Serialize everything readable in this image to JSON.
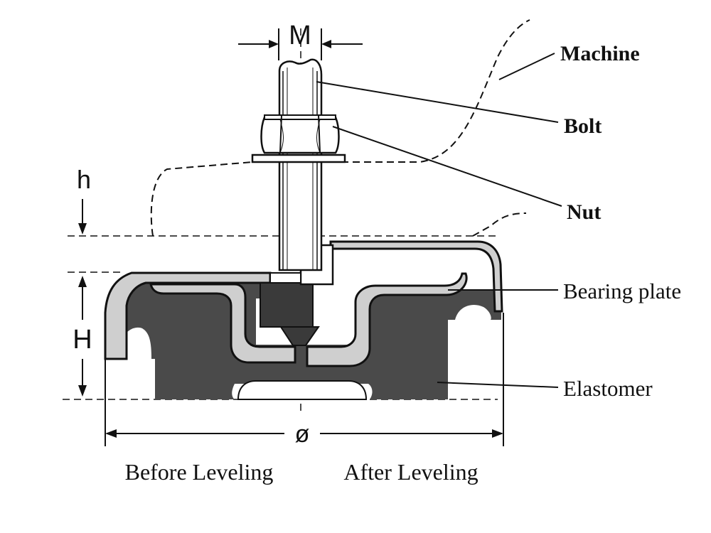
{
  "labels": {
    "machine": "Machine",
    "bolt": "Bolt",
    "nut": "Nut",
    "bearing_plate": "Bearing plate",
    "elastomer": "Elastomer"
  },
  "dimensions": {
    "thread": "M",
    "adjust_height": "h",
    "mount_height": "H",
    "diameter": "ø"
  },
  "captions": {
    "before": "Before Leveling",
    "after": "After Leveling"
  },
  "colors": {
    "ink": "#111111",
    "elastomer": "#4a4a4a",
    "plate": "#cfcfcf"
  }
}
